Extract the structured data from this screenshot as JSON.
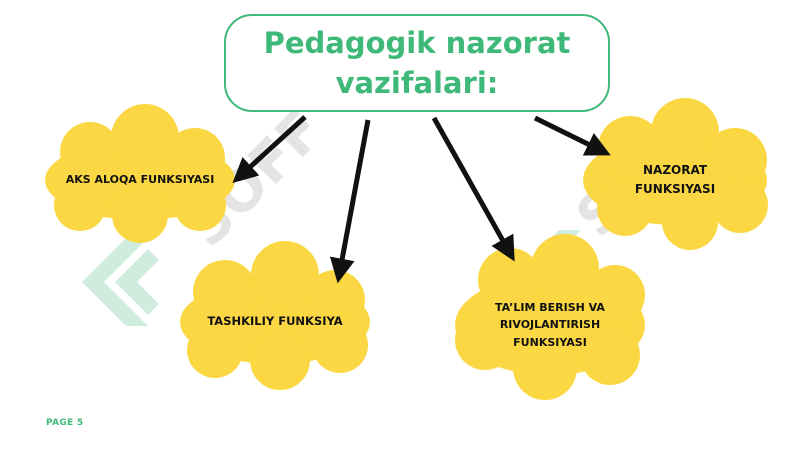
{
  "title": {
    "line1": "Pedagogik nazorat",
    "line2": "vazifalari:"
  },
  "nodes": {
    "aks_aloqa": "AKS ALOQA FUNKSIYASI",
    "tashkiliy": "TASHKILIY FUNKSIYA",
    "talim_line1": "TA’LIM BERISH VA",
    "talim_line2": "RIVOJLANTIRISH",
    "talim_line3": "FUNKSIYASI",
    "nazorat_line1": "NAZORAT",
    "nazorat_line2": "FUNKSIYASI"
  },
  "watermark": "SOFF",
  "page_label": "PAGE 5",
  "colors": {
    "accent": "#3fb979",
    "cloud": "#fbd843",
    "arrow": "#111111",
    "watermark": "#a9ddc4"
  }
}
